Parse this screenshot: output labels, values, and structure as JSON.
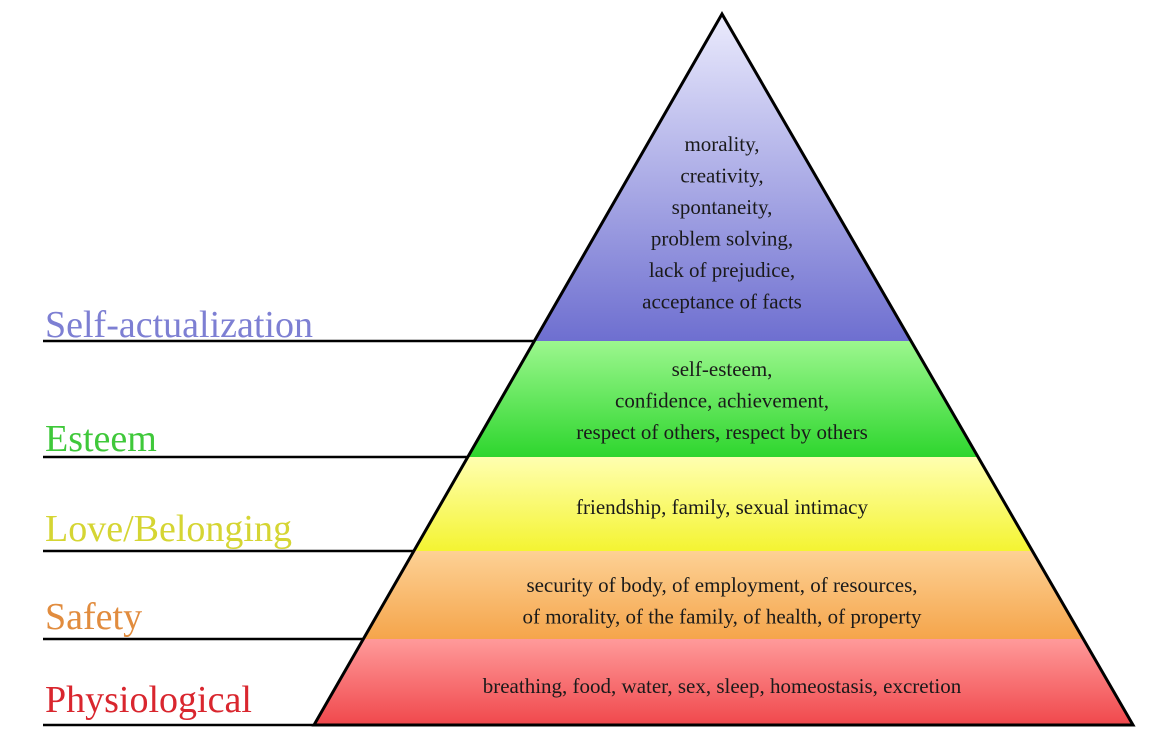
{
  "levels": [
    {
      "name": "Self-actualization",
      "color": "#7d7fd3",
      "fill_top": "#ebebfd",
      "fill_bottom": "#6e6fd0",
      "description": [
        "morality,",
        "creativity,",
        "spontaneity,",
        "problem solving,",
        "lack of prejudice,",
        "acceptance of facts"
      ]
    },
    {
      "name": "Esteem",
      "color": "#3fc83a",
      "fill_top": "#9cf78e",
      "fill_bottom": "#2ed62e",
      "description": [
        "self-esteem,",
        "confidence, achievement,",
        "respect of others, respect by others"
      ]
    },
    {
      "name": "Love/Belonging",
      "color": "#d5d533",
      "fill_top": "#ffffb0",
      "fill_bottom": "#f4f432",
      "description": [
        "friendship, family, sexual intimacy"
      ]
    },
    {
      "name": "Safety",
      "color": "#e18c3e",
      "fill_top": "#fdd195",
      "fill_bottom": "#f5a54b",
      "description": [
        "security of body, of employment, of resources,",
        "of morality, of the family, of health, of property"
      ]
    },
    {
      "name": "Physiological",
      "color": "#d9262e",
      "fill_top": "#ff9a9a",
      "fill_bottom": "#f0484c",
      "description": [
        "breathing, food, water, sex, sleep, homeostasis, excretion"
      ]
    }
  ]
}
